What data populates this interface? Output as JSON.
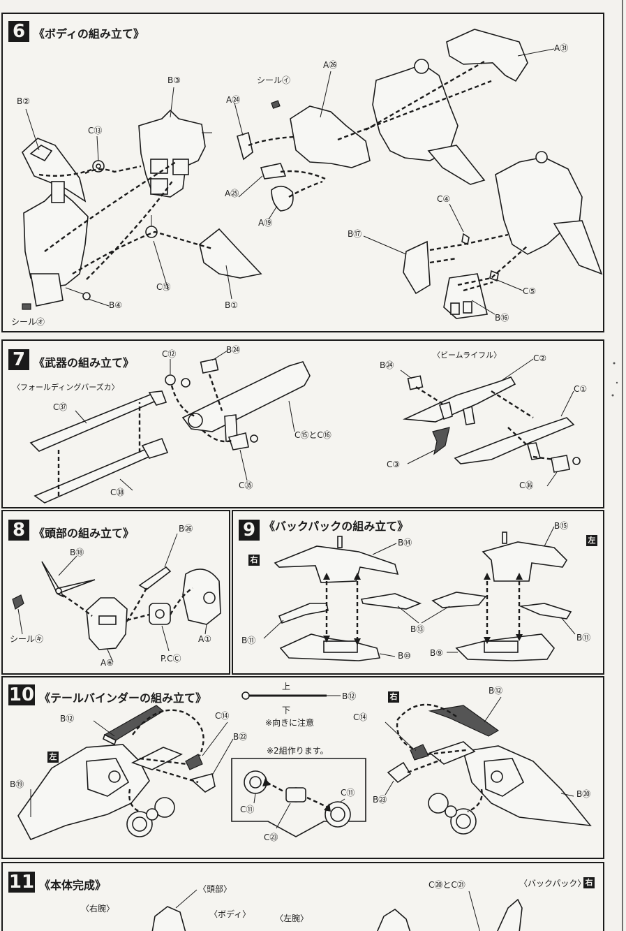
{
  "step6": {
    "num": "6",
    "title": "《ボディの組み立て》",
    "labels": {
      "b2": "B②",
      "b3": "B③",
      "c13a": "C⑬",
      "c13b": "C⑬",
      "b4": "B④",
      "b1": "B①",
      "seal_o": "シール㋔",
      "seal_i": "シール㋑",
      "a26": "A㉖",
      "a24": "A㉔",
      "a25": "A㉕",
      "a19": "A⑲",
      "a31": "A㉛",
      "c4": "C④",
      "b17": "B⑰",
      "c5": "C⑤",
      "b16": "B⑯"
    }
  },
  "step7": {
    "num": "7",
    "title": "《武器の組み立て》",
    "sub_bazooka": "〈フォールディングバーズカ〉",
    "sub_rifle": "〈ビームライフル〉",
    "labels": {
      "c12": "C⑫",
      "b24a": "B㉔",
      "c37": "C㊲",
      "c15c16": "C⑮とC⑯",
      "c38": "C㊳",
      "c35": "C㉟",
      "b24b": "B㉔",
      "c2": "C②",
      "c1": "C①",
      "c3": "C③",
      "c36": "C㊱"
    }
  },
  "step8": {
    "num": "8",
    "title": "《頭部の組み立て》",
    "labels": {
      "b26": "B㉖",
      "b18": "B⑱",
      "seal_ki": "シール㋖",
      "a6": "A⑥",
      "pc": "P.CⒸ",
      "a1": "A①"
    }
  },
  "step9": {
    "num": "9",
    "title": "《バックパックの組み立て》",
    "right_tag": "右",
    "left_tag": "左",
    "labels": {
      "b14": "B⑭",
      "b15": "B⑮",
      "b13": "B⑬",
      "b11a": "B⑪",
      "b11b": "B⑪",
      "b10": "B⑩",
      "b9": "B⑨"
    }
  },
  "step10": {
    "num": "10",
    "title": "《テールバインダーの組み立て》",
    "up": "上",
    "down": "下",
    "note_direction": "※向きに注意",
    "note_two": "※2組作ります。",
    "left_tag": "左",
    "right_tag": "右",
    "labels": {
      "b12_rod": "B⑫",
      "b12a": "B⑫",
      "c14a": "C⑭",
      "b22": "B㉒",
      "b19": "B⑲",
      "c11a": "C⑪",
      "c11b": "C⑪",
      "c23": "C㉓",
      "b12b": "B⑫",
      "c14b": "C⑭",
      "b23": "B㉓",
      "b20": "B⑳"
    }
  },
  "step11": {
    "num": "11",
    "title": "《本体完成》",
    "labels": {
      "head": "〈頭部〉",
      "right_arm": "〈右腕〉",
      "body": "〈ボディ〉",
      "left_arm": "〈左腕〉",
      "c20c21": "C⑳とC㉑",
      "backpack": "〈バックパック〉",
      "right_tag": "右"
    }
  }
}
